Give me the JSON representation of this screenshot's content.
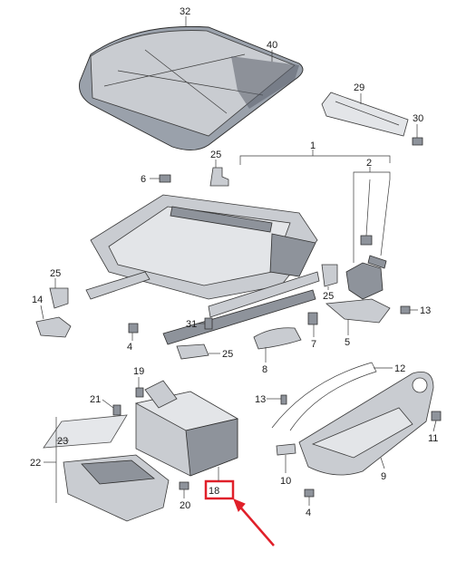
{
  "parts": {
    "p1": "1",
    "p2": "2",
    "p4a": "4",
    "p4b": "4",
    "p5": "5",
    "p6": "6",
    "p7": "7",
    "p8": "8",
    "p9": "9",
    "p10": "10",
    "p11": "11",
    "p12": "12",
    "p13a": "13",
    "p13b": "13",
    "p14": "14",
    "p18": "18",
    "p19": "19",
    "p20": "20",
    "p21": "21",
    "p22": "22",
    "p23": "23",
    "p25a": "25",
    "p25b": "25",
    "p25c": "25",
    "p25d": "25",
    "p29": "29",
    "p30": "30",
    "p31": "31",
    "p32": "32",
    "p40": "40"
  },
  "highlight": {
    "part": "18",
    "box_color": "#e0202a",
    "arrow_color": "#e0202a"
  }
}
